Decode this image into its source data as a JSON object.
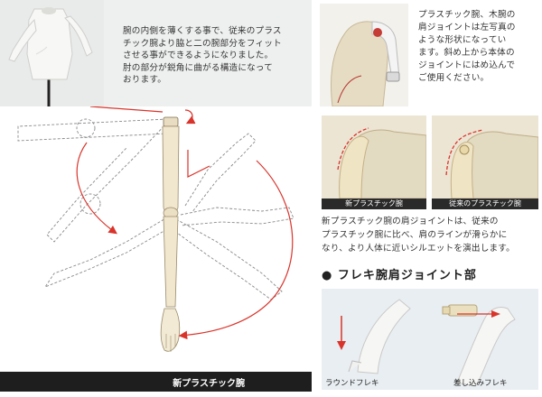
{
  "top_text": {
    "line1": "腕の内側を薄くする事で、従来のプラス",
    "line2": "チック腕より脇と二の腕部分をフィット",
    "line3": "させる事ができるようになりました。",
    "line4": "肘の部分が鋭角に曲がる構造になって",
    "line5": "おります。"
  },
  "right_text": {
    "line1": "プラスチック腕、木腕の",
    "line2": "肩ジョイントは左写真の",
    "line3": "ような形状になってい",
    "line4": "ます。斜め上から本体の",
    "line5": "ジョイントにはめ込んで",
    "line6": "ご使用ください。"
  },
  "photo_labels": {
    "new": "新プラスチック腕",
    "old": "従来のプラスチック腕"
  },
  "compare_text": {
    "line1": "新プラスチック腕の肩ジョイントは、従来の",
    "line2": "プラスチック腕に比べ、肩のラインが滑らかに",
    "line3": "なり、より人体に近いシルエットを演出します。"
  },
  "section_header": "● フレキ腕肩ジョイント部",
  "joint_labels": {
    "round": "ラウンドフレキ",
    "insert": "差し込みフレキ"
  },
  "bottom_caption": "新プラスチック腕",
  "colors": {
    "accent_red": "#d9342b",
    "panel_gray": "#eef0ef",
    "dark_bar": "#1e1e1e"
  }
}
